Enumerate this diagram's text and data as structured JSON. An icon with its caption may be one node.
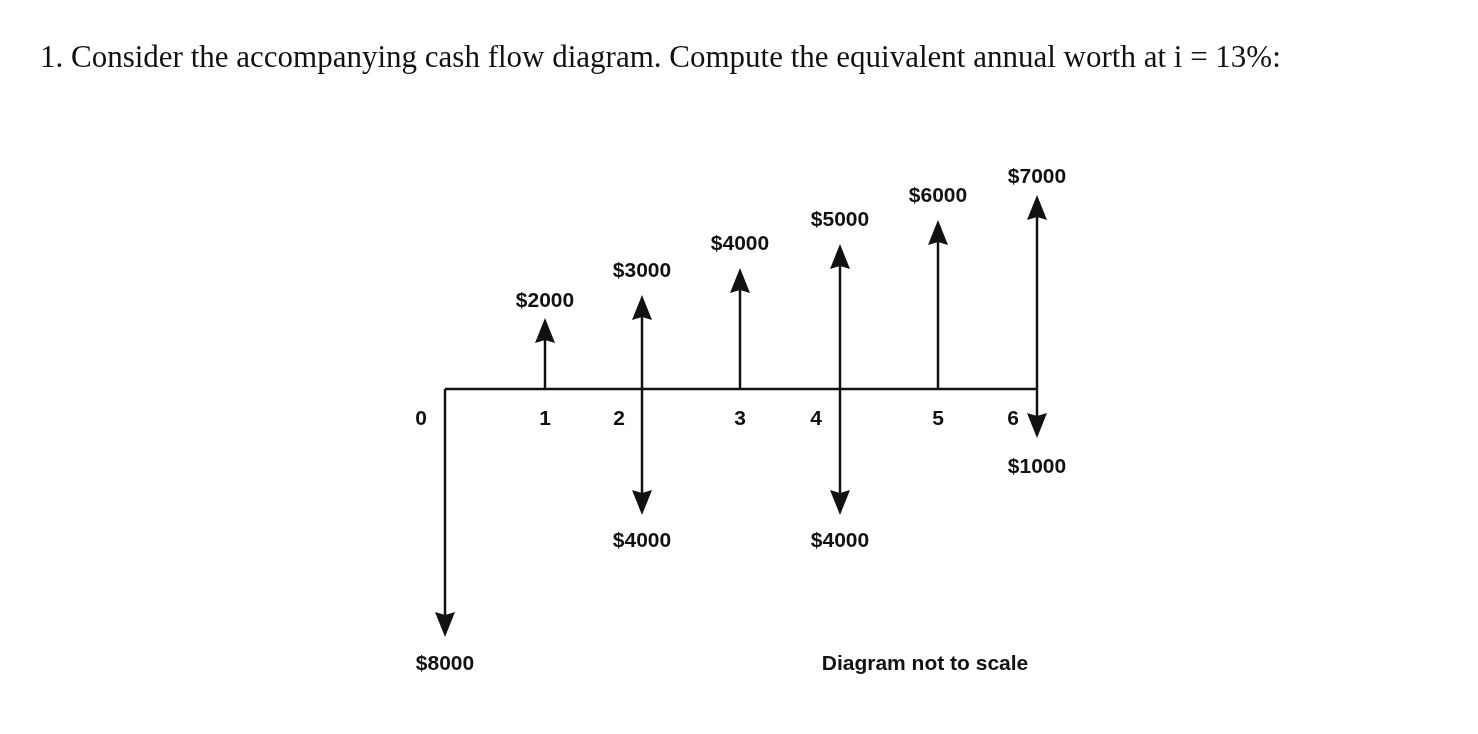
{
  "diagram": {
    "title": "1. Consider the accompanying cash flow diagram. Compute the equivalent annual worth at i = 13%:",
    "labels": [
      "$7000",
      "$6000",
      "$5000",
      "$4000",
      "$3000",
      "$2000",
      "0",
      "1",
      "2",
      "3",
      "4",
      "5",
      "6",
      "$1000",
      "$4000",
      "$4000",
      "$8000",
      "Diagram not to scale"
    ]
  }
}
